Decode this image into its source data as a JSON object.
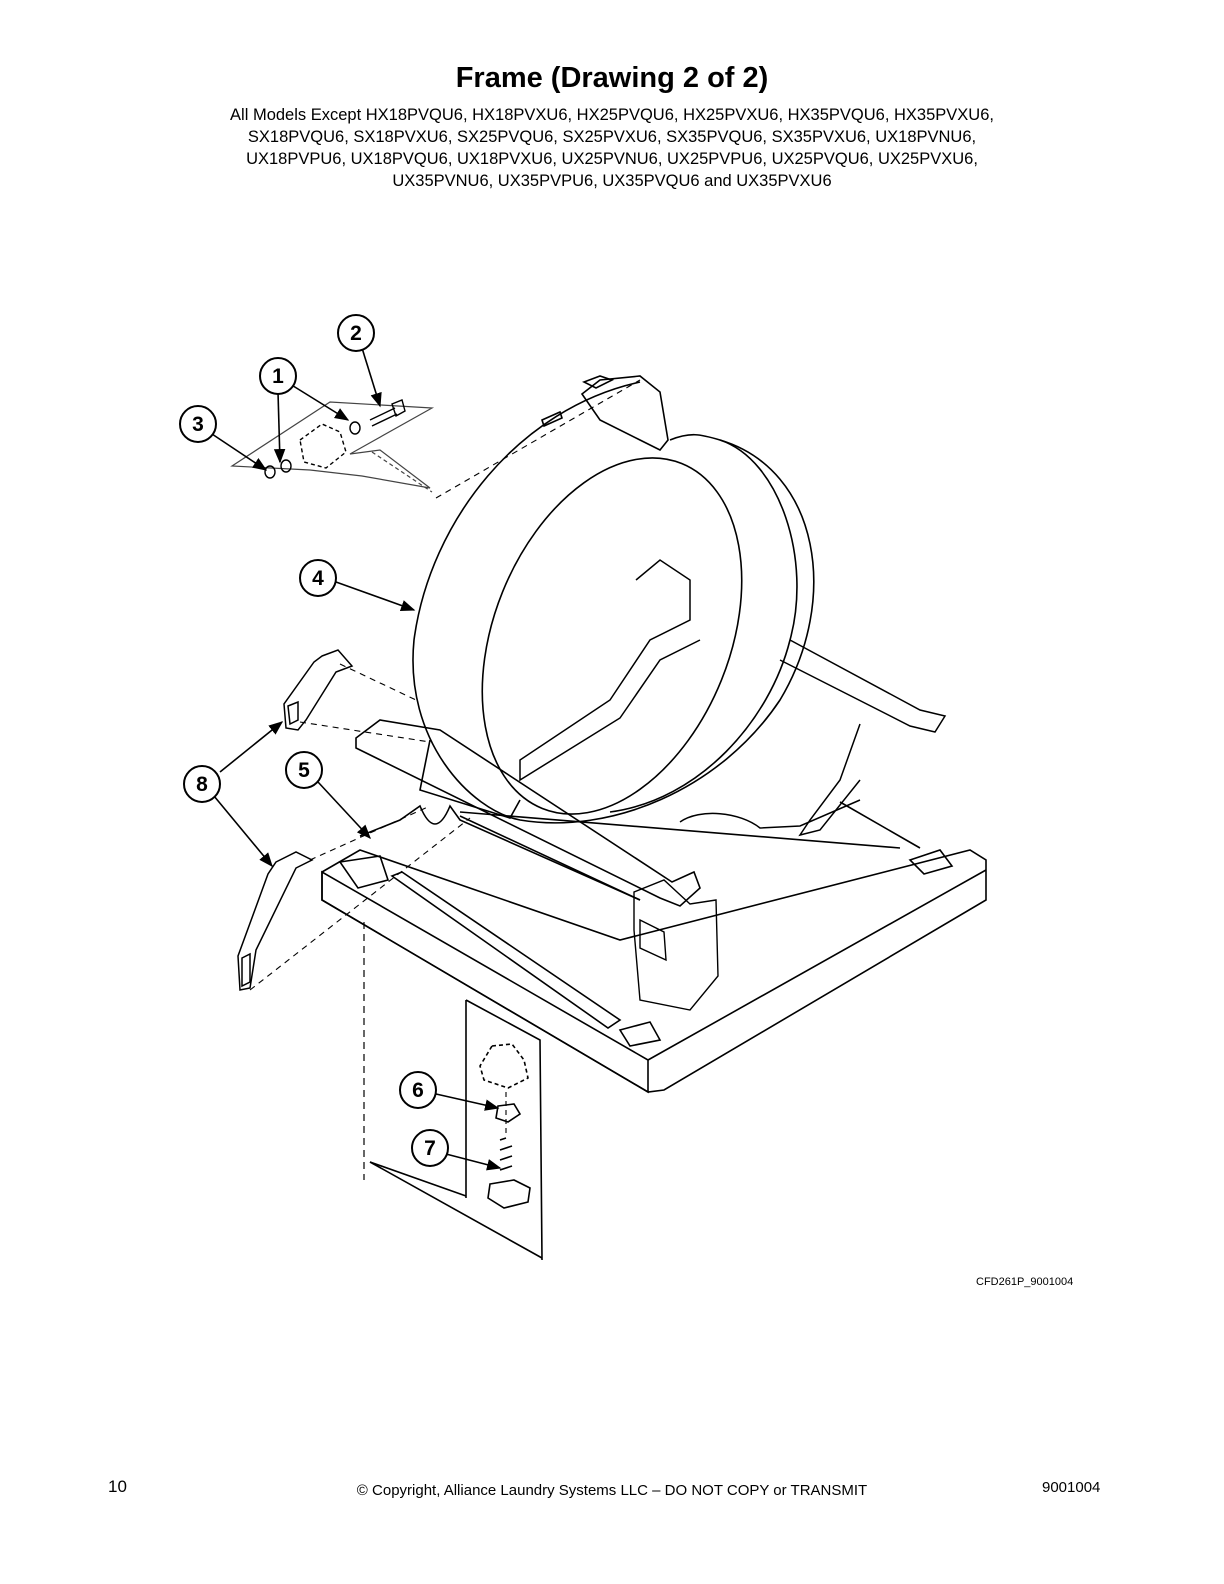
{
  "header": {
    "title": "Frame (Drawing 2 of 2)",
    "subtitle_lines": [
      "All Models Except HX18PVQU6, HX18PVXU6, HX25PVQU6, HX25PVXU6, HX35PVQU6, HX35PVXU6,",
      "SX18PVQU6, SX18PVXU6, SX25PVQU6, SX25PVXU6, SX35PVQU6, SX35PVXU6, UX18PVNU6,",
      "UX18PVPU6, UX18PVQU6, UX18PVXU6, UX25PVNU6, UX25PVPU6, UX25PVQU6, UX25PVXU6,",
      "UX35PVNU6, UX35PVPU6, UX35PVQU6 and UX35PVXU6"
    ]
  },
  "callouts": [
    "1",
    "2",
    "3",
    "4",
    "5",
    "6",
    "7",
    "8"
  ],
  "figure_code": "CFD261P_9001004",
  "footer": {
    "page_number": "10",
    "copyright": "© Copyright, Alliance Laundry Systems LLC – DO NOT COPY or TRANSMIT",
    "doc_number": "9001004"
  }
}
